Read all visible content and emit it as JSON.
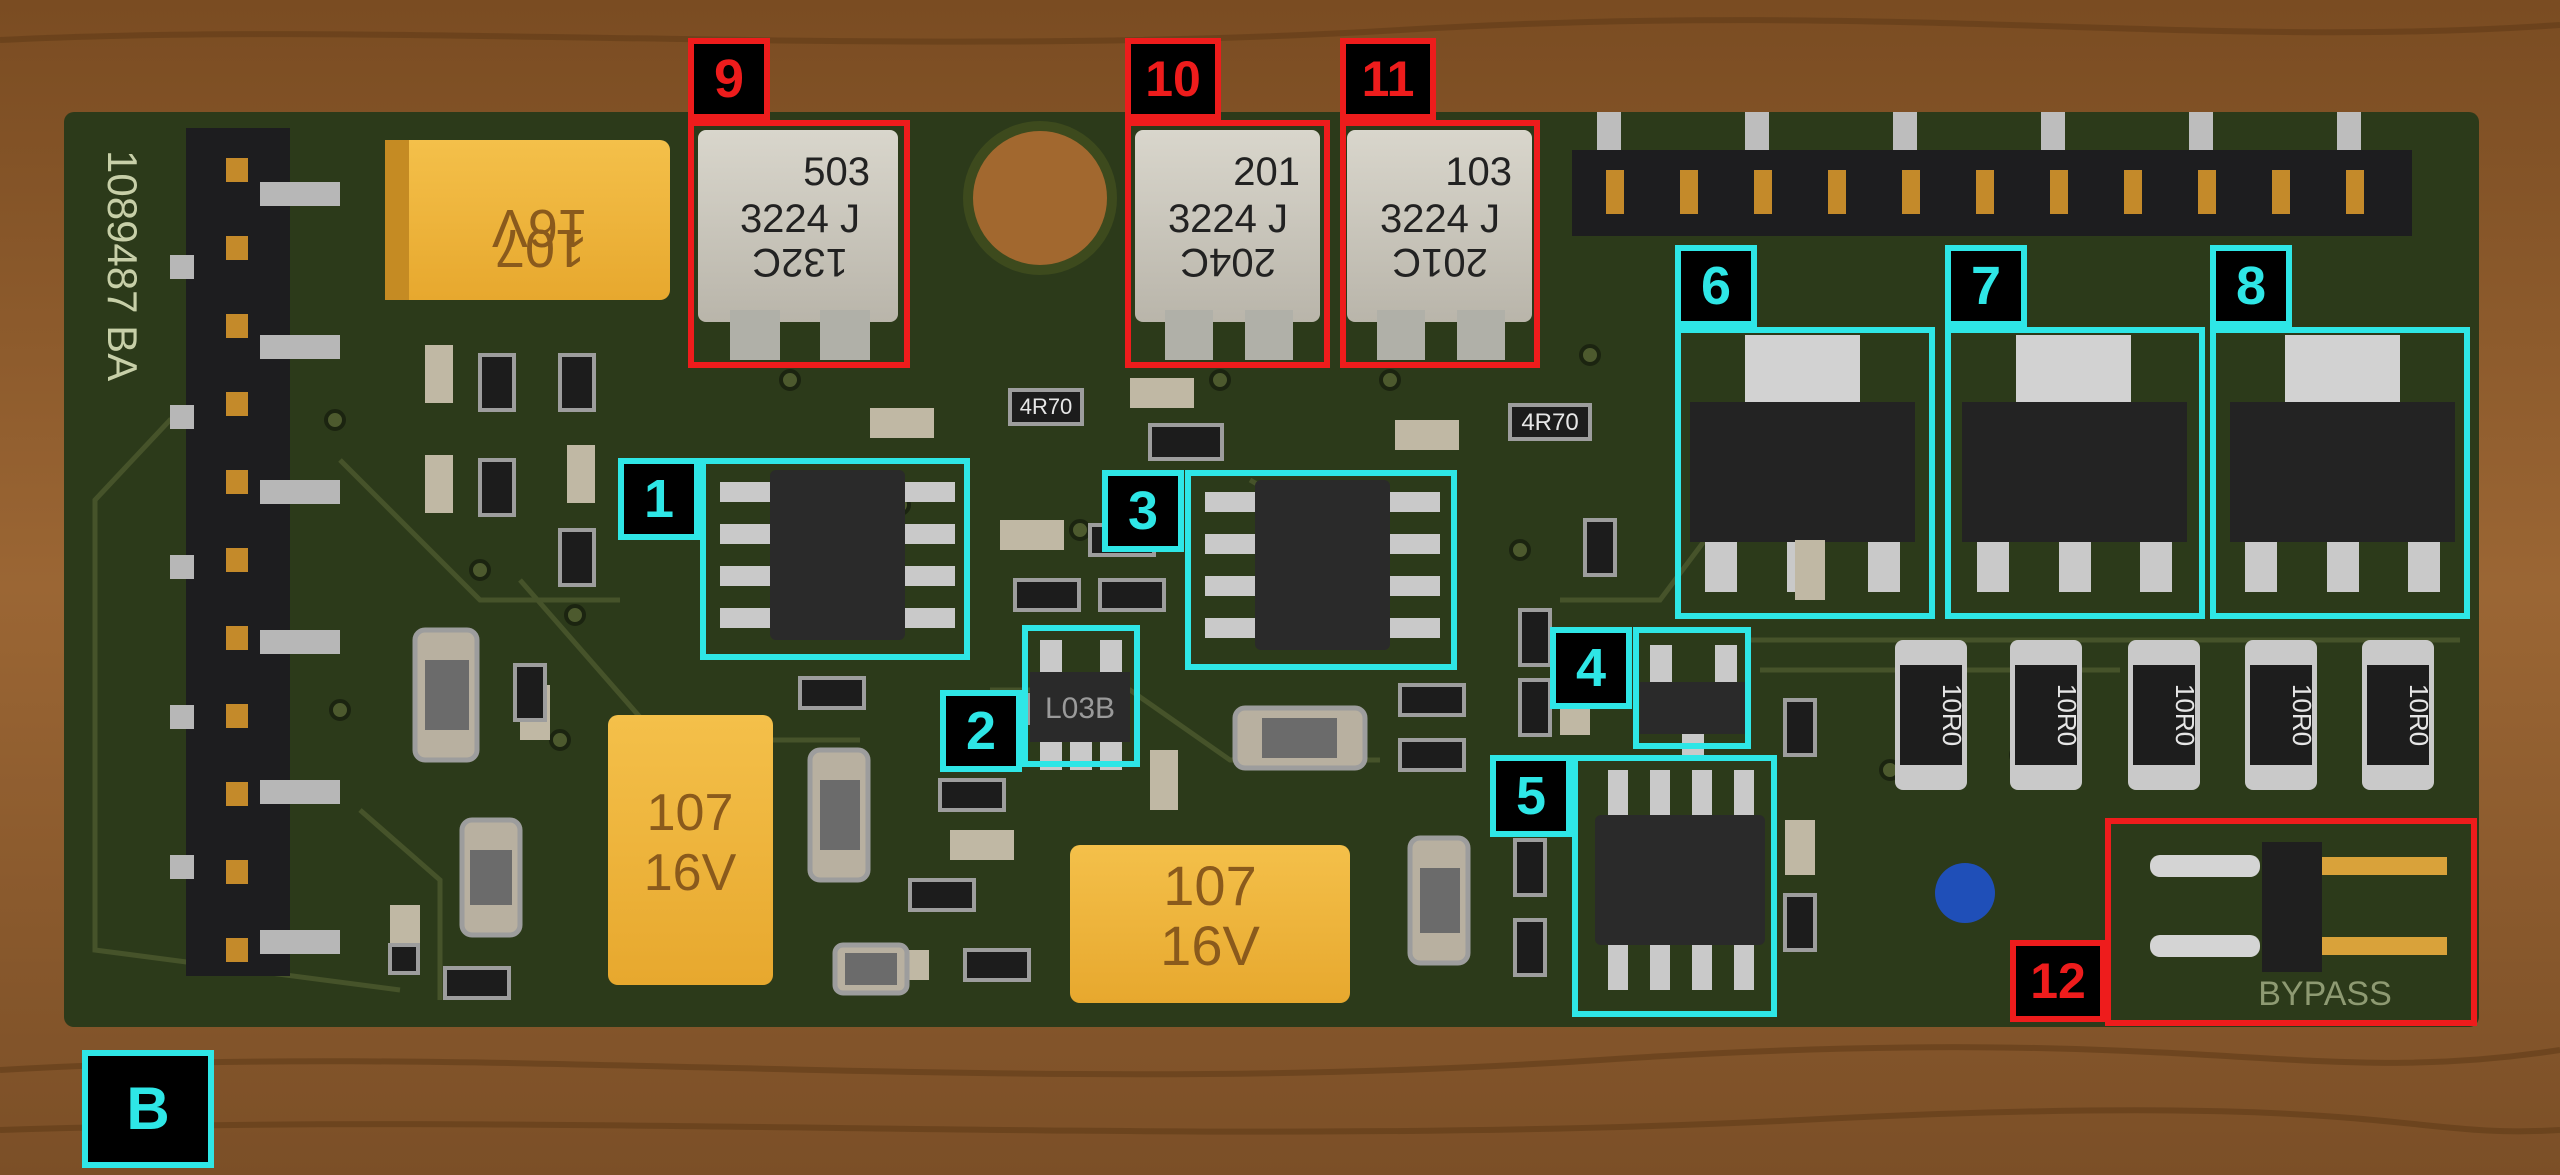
{
  "labels": {
    "l1": "1",
    "l2": "2",
    "l3": "3",
    "l4": "4",
    "l5": "5",
    "l6": "6",
    "l7": "7",
    "l8": "8",
    "l9": "9",
    "l10": "10",
    "l11": "11",
    "l12": "12",
    "lb": "B"
  },
  "markings": {
    "board_id": "1089487 BA",
    "bypass": "BYPASS",
    "cap_top": [
      "16V",
      "107"
    ],
    "cap_mid": [
      "107",
      "16V"
    ],
    "cap_bottom": [
      "107",
      "16V"
    ],
    "ind9": [
      "503",
      "3224 J",
      "132C"
    ],
    "ind10": [
      "201",
      "3224 J",
      "204C"
    ],
    "ind11": [
      "103",
      "3224 J",
      "201C"
    ],
    "sot_marking": "L03B",
    "r_4r70": "4R70",
    "r_10r0": "10R0"
  },
  "colors": {
    "wood": "#8a5a2c",
    "pcb": "#2c3a1a",
    "annotation_cyan": "#2ee6e6",
    "annotation_red": "#ee1c1c"
  }
}
